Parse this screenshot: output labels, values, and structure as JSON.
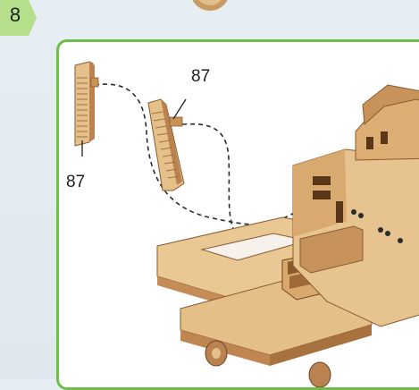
{
  "step": {
    "number": "8"
  },
  "parts": [
    {
      "label": "87"
    },
    {
      "label": "87"
    }
  ],
  "colors": {
    "frame_green": "#6cc04a",
    "wood_light": "#e8c594",
    "wood_mid": "#d9a86c",
    "wood_dark": "#b07a45",
    "wood_shadow": "#8a5a2e"
  },
  "icons": {
    "step_badge": "green-arrow-badge",
    "top_circle": "brown-circle"
  }
}
